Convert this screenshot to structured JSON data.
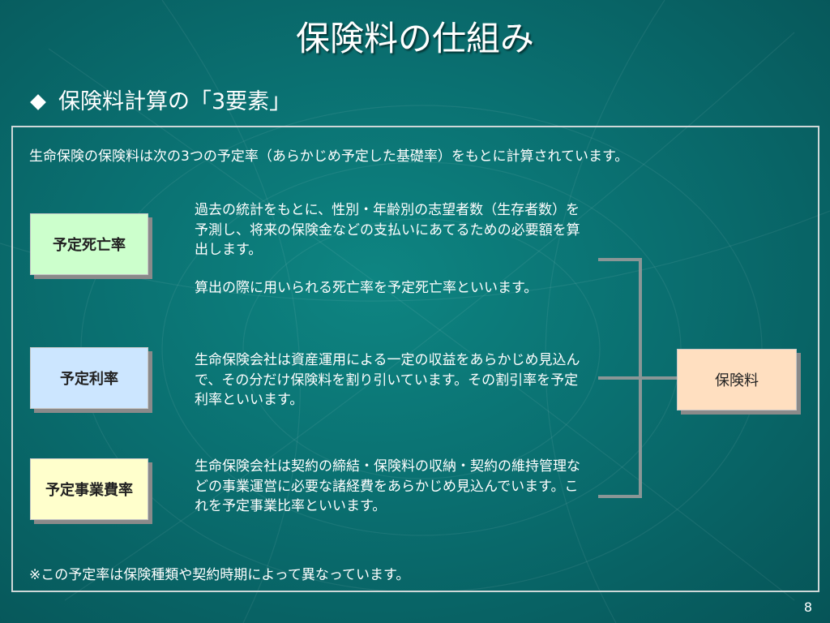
{
  "title": "保険料の仕組み",
  "bullet": {
    "icon": "diamond-bullet-icon",
    "text": "保険料計算の「3要素」"
  },
  "intro": "生命保険の保険料は次の3つの予定率（あらかじめ予定した基礎率）をもとに計算されています。",
  "factors": [
    {
      "label": "予定死亡率",
      "color": "#ccffcc",
      "description": [
        "過去の統計をもとに、性別・年齢別の志望者数（生存者数）を予測し、将来の保険金などの支払いにあてるための必要額を算出します。",
        "算出の際に用いられる死亡率を予定死亡率といいます。"
      ]
    },
    {
      "label": "予定利率",
      "color": "#cce6ff",
      "description": [
        "生命保険会社は資産運用による一定の収益をあらかじめ見込んで、その分だけ保険料を割り引いています。その割引率を予定利率といいます。"
      ]
    },
    {
      "label": "予定事業費率",
      "color": "#ffffcc",
      "description": [
        "生命保険会社は契約の締結・保険料の収納・契約の維持管理などの事業運営に必要な諸経費をあらかじめ見込んでいます。これを予定事業比率といいます。"
      ]
    }
  ],
  "result": {
    "label": "保険料",
    "color": "#ffdfc0"
  },
  "footnote": "※この予定率は保険種類や契約時期によって異なっています。",
  "page_number": "8"
}
